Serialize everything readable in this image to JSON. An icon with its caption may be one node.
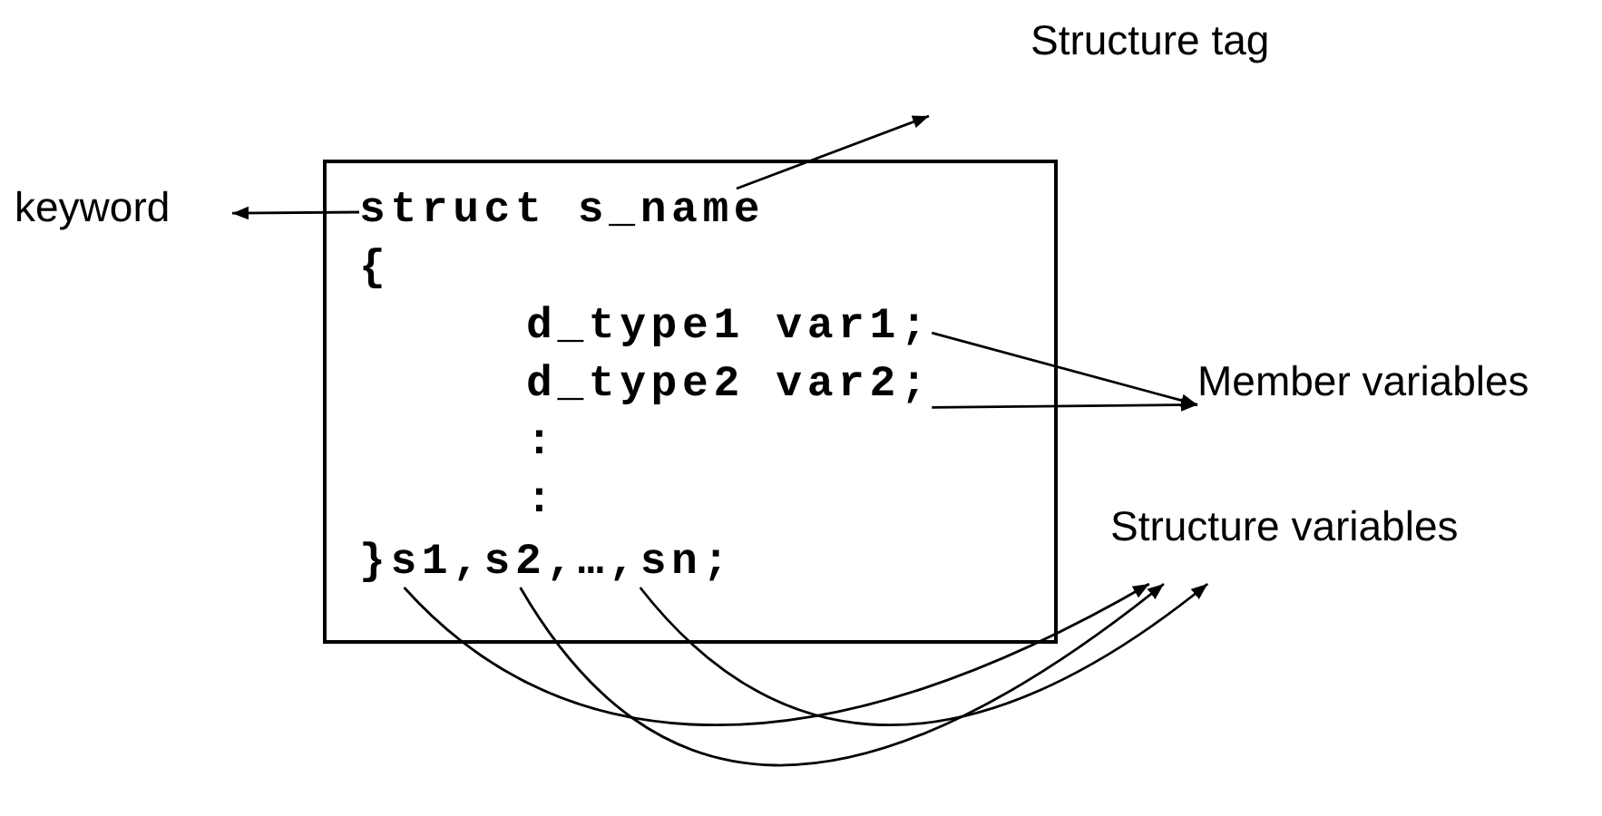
{
  "diagram": {
    "nodes": [
      {
        "text": [
          "Structure tag"
        ]
      },
      {
        "text": [
          "keyword"
        ]
      },
      {
        "text": [],
        "shape": "box"
      },
      {
        "text": [
          "struct s_name"
        ],
        "in": 2
      },
      {
        "text": [
          "{"
        ],
        "in": 2
      },
      {
        "text": [
          "d_type1 var1;"
        ],
        "in": 2
      },
      {
        "text": [
          "d_type2 var2;"
        ],
        "in": 2
      },
      {
        "text": [
          ":"
        ],
        "in": 2
      },
      {
        "text": [
          ":"
        ],
        "in": 2
      },
      {
        "text": [
          "Member variables"
        ]
      },
      {
        "text": [
          "}s1,s2,…,sn;"
        ],
        "in": 2
      },
      {
        "text": [
          "Structure variables"
        ]
      }
    ],
    "edges": [
      {
        "from": 3,
        "to": 1,
        "arrow": "to"
      },
      {
        "from": 3,
        "to": 0,
        "arrow": "to"
      },
      {
        "from": 5,
        "to": 9,
        "arrow": "to"
      },
      {
        "from": 6,
        "to": 9,
        "arrow": "to"
      },
      {
        "from": 10,
        "to": 11,
        "arrow": "to"
      },
      {
        "from": 10,
        "to": 11,
        "arrow": "to"
      },
      {
        "from": 10,
        "to": 11,
        "arrow": "to"
      }
    ]
  }
}
